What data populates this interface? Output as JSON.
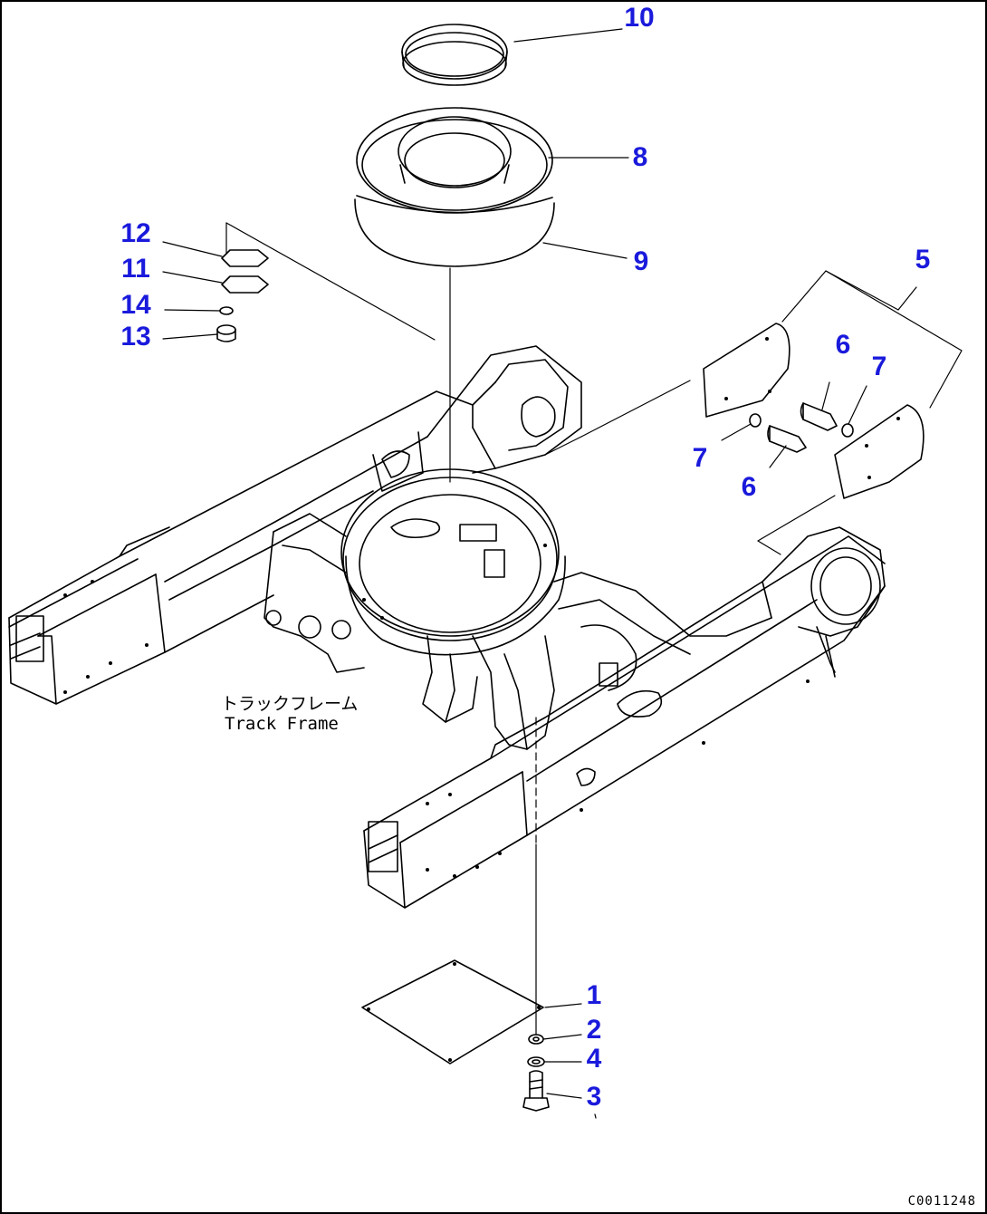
{
  "colors": {
    "label": "#1a1adc",
    "line": "#000000"
  },
  "caption": {
    "jp": "トラックフレーム",
    "en": "Track Frame"
  },
  "drawing_code": "C0011248",
  "labels": [
    {
      "id": "10",
      "text": "10"
    },
    {
      "id": "8",
      "text": "8"
    },
    {
      "id": "9",
      "text": "9"
    },
    {
      "id": "12",
      "text": "12"
    },
    {
      "id": "11",
      "text": "11"
    },
    {
      "id": "14",
      "text": "14"
    },
    {
      "id": "13",
      "text": "13"
    },
    {
      "id": "5",
      "text": "5"
    },
    {
      "id": "6a",
      "text": "6"
    },
    {
      "id": "7a",
      "text": "7"
    },
    {
      "id": "7b",
      "text": "7"
    },
    {
      "id": "6b",
      "text": "6"
    },
    {
      "id": "1",
      "text": "1"
    },
    {
      "id": "2",
      "text": "2"
    },
    {
      "id": "4",
      "text": "4"
    },
    {
      "id": "3",
      "text": "3"
    }
  ]
}
